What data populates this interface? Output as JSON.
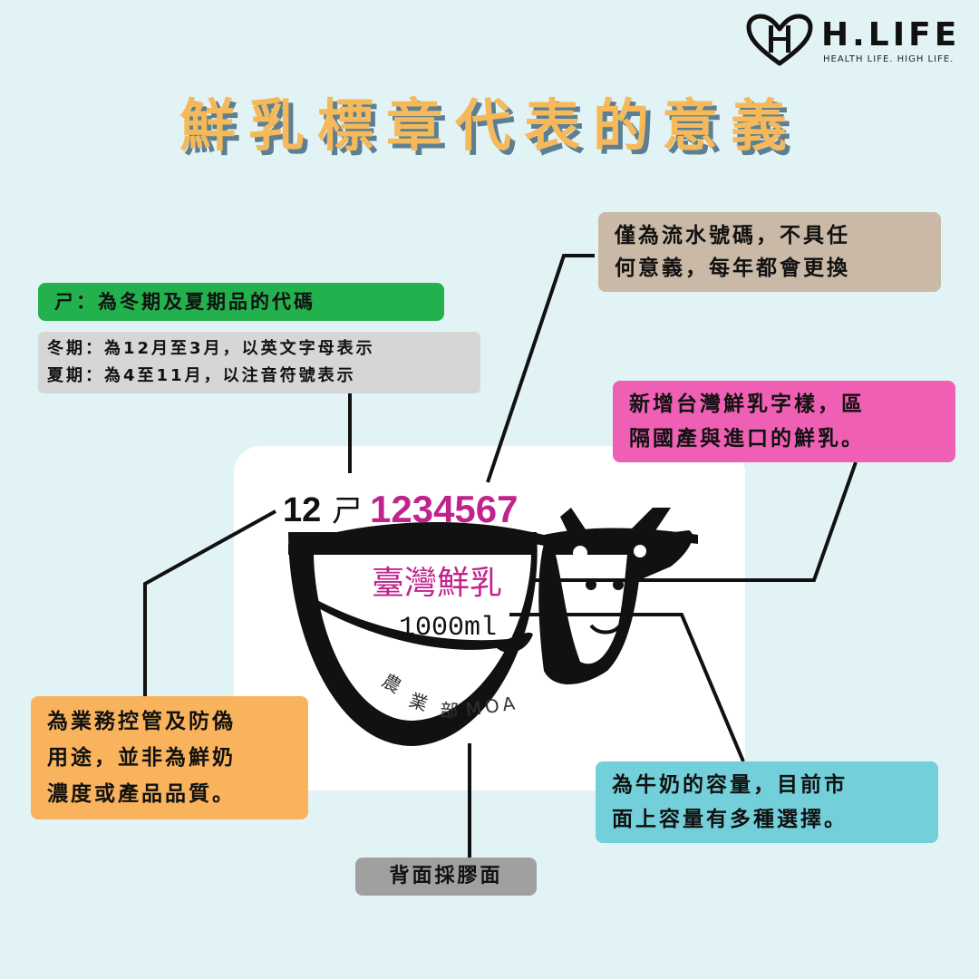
{
  "brand": {
    "name": "H.LIFE",
    "tagline": "HEALTH LIFE. HIGH LIFE."
  },
  "title": "鮮乳標章代表的意義",
  "label": {
    "month": "12",
    "period_symbol": "ㄕ",
    "serial": "1234567",
    "product_name": "臺灣鮮乳",
    "volume": "1000ml",
    "agency_chinese": [
      "農",
      "業",
      "部"
    ],
    "agency_english": "MOA"
  },
  "annotations": {
    "code_title": "ㄕ：為冬期及夏期品的代碼",
    "code_desc": [
      "冬期：為12月至3月，以英文字母表示",
      "夏期：為4至11月，以注音符號表示"
    ],
    "serial": [
      "僅為流水號碼，不具任",
      "何意義，每年都會更換"
    ],
    "new_text": [
      "新增台灣鮮乳字樣，區",
      "隔國產與進口的鮮乳。"
    ],
    "control": [
      "為業務控管及防偽",
      "用途，並非為鮮奶",
      "濃度或產品品質。"
    ],
    "capacity": [
      "為牛奶的容量，目前市",
      "面上容量有多種選擇。"
    ],
    "back": "背面採膠面"
  },
  "colors": {
    "background": "#e2f3f6",
    "title": "#f5b95a",
    "title_shadow": "#5d7f92",
    "serial_magenta": "#c0238c",
    "green": "#22b14c",
    "gray": "#d6d6d6",
    "tan": "#c9b9a6",
    "pink": "#ef5fb4",
    "orange": "#f9b35d",
    "cyan": "#73d0da",
    "dark_gray": "#a0a0a0"
  }
}
